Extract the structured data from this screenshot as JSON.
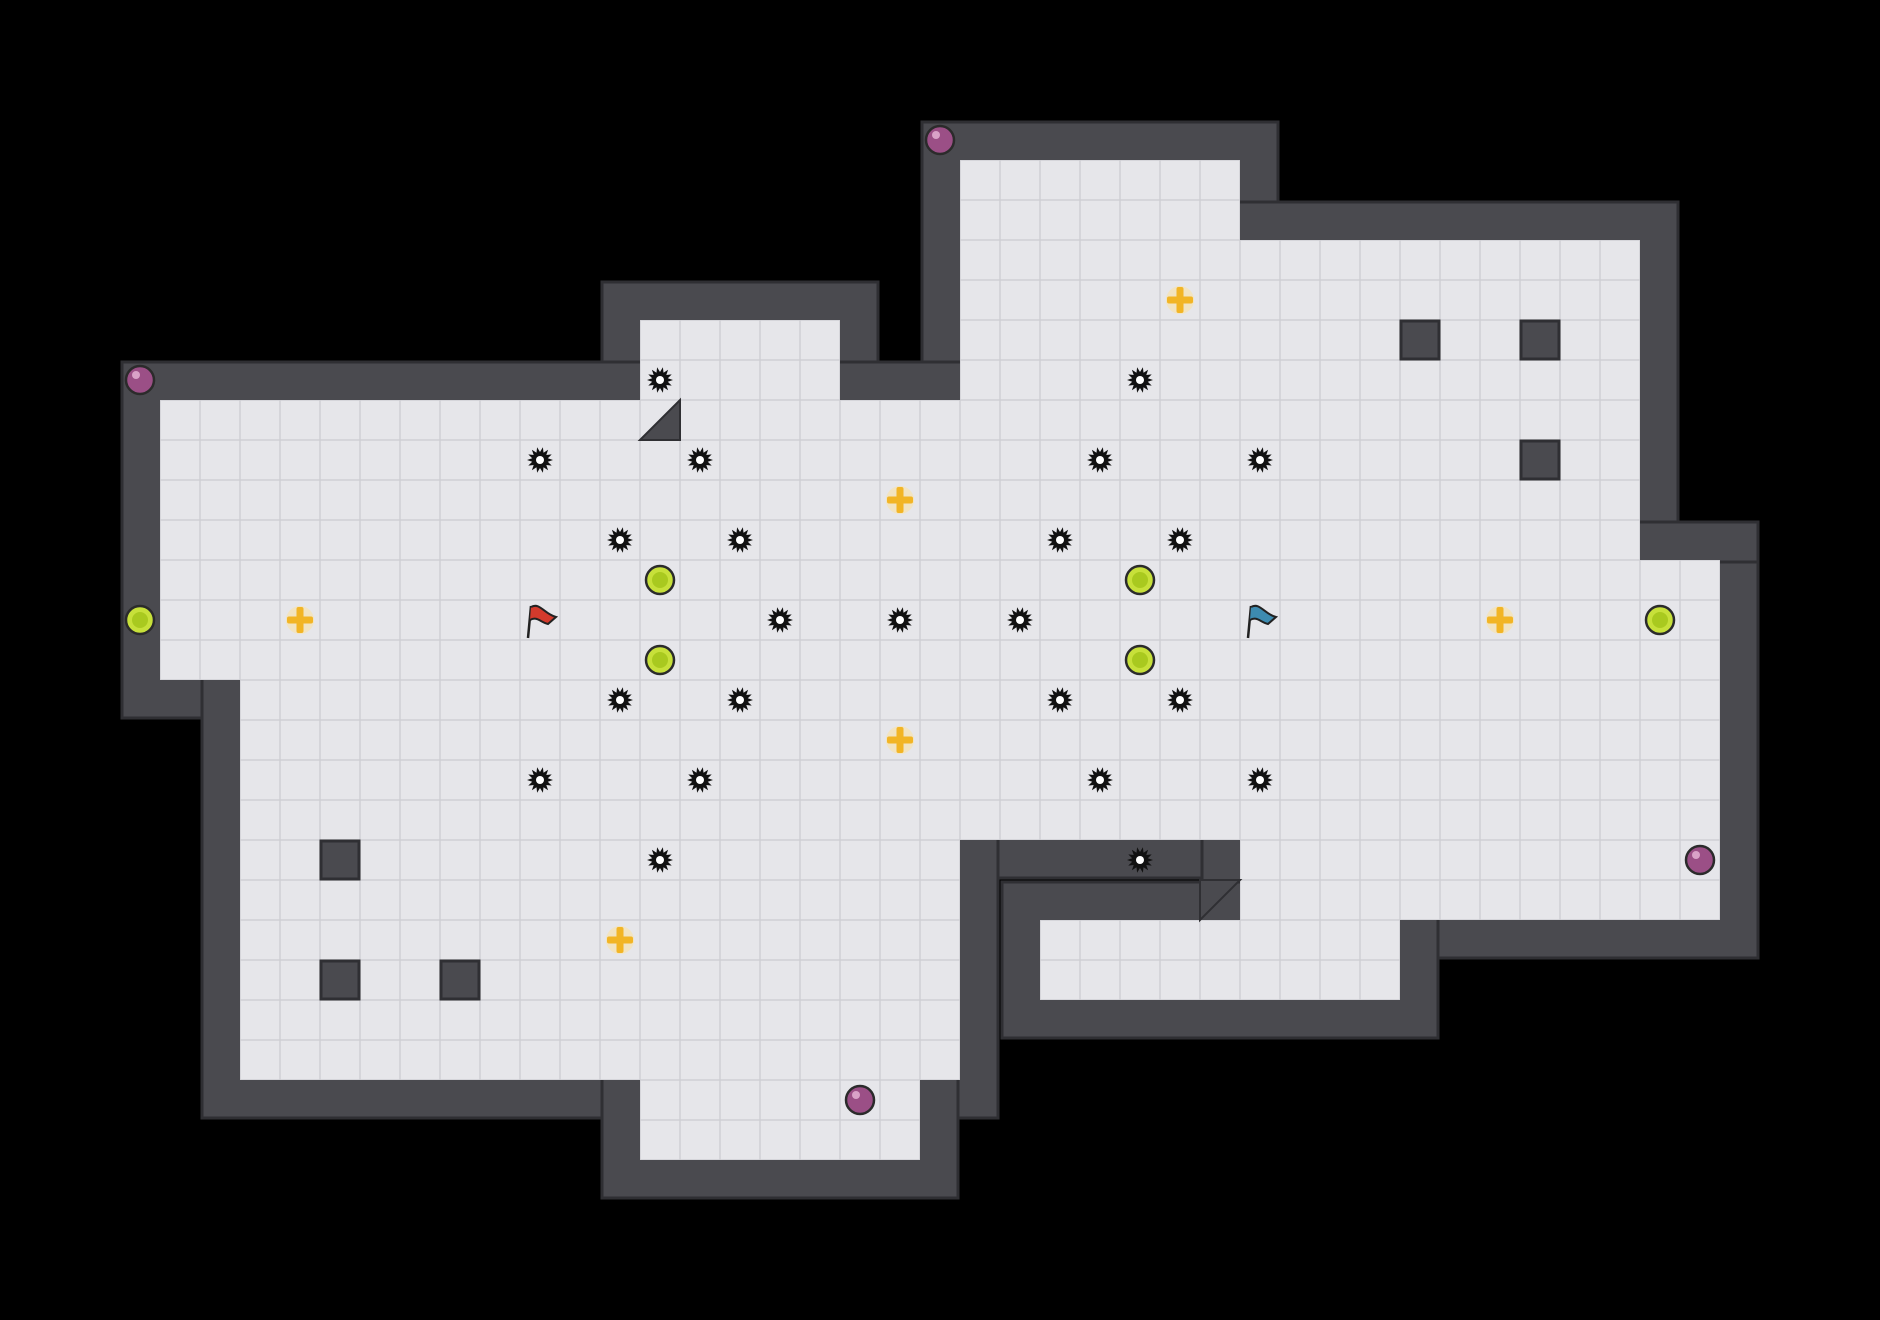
{
  "game": {
    "map_title": "",
    "colors": {
      "background": "#000000",
      "floor": "#e6e6ea",
      "grid_line": "#cfcfd4",
      "wall": "#4a4a4f",
      "wall_outline": "#2f2f33",
      "flag_red": "#d33a2c",
      "flag_blue": "#3d8bb0",
      "orb": "#9b4f86",
      "boost": "#c7e03a",
      "powerup": "#f2b526",
      "spike": "#111111"
    },
    "grid": {
      "columns": 40,
      "rows": 28
    },
    "flags": [
      {
        "team": "red",
        "col": 14,
        "row": 16,
        "icon": "red-flag-icon"
      },
      {
        "team": "blue",
        "col": 32,
        "row": 16,
        "icon": "blue-flag-icon"
      }
    ],
    "bombs": [
      [
        24,
        4
      ],
      [
        4,
        10
      ],
      [
        43,
        22
      ],
      [
        22,
        28
      ]
    ],
    "boosts": [
      [
        4,
        16
      ],
      [
        17,
        15
      ],
      [
        17,
        17
      ],
      [
        29,
        15
      ],
      [
        29,
        17
      ],
      [
        42,
        16
      ]
    ],
    "powerups": [
      [
        30,
        8
      ],
      [
        23,
        13
      ],
      [
        8,
        16
      ],
      [
        38,
        16
      ],
      [
        23,
        19
      ],
      [
        16,
        24
      ]
    ],
    "spikes": [
      [
        17,
        10
      ],
      [
        29,
        10
      ],
      [
        14,
        12
      ],
      [
        18,
        12
      ],
      [
        28,
        12
      ],
      [
        32,
        12
      ],
      [
        16,
        14
      ],
      [
        19,
        14
      ],
      [
        27,
        14
      ],
      [
        30,
        14
      ],
      [
        20,
        16
      ],
      [
        23,
        16
      ],
      [
        26,
        16
      ],
      [
        16,
        18
      ],
      [
        19,
        18
      ],
      [
        27,
        18
      ],
      [
        30,
        18
      ],
      [
        14,
        20
      ],
      [
        18,
        20
      ],
      [
        28,
        20
      ],
      [
        32,
        20
      ],
      [
        17,
        22
      ],
      [
        29,
        22
      ]
    ],
    "wall_blocks": [
      [
        35,
        8
      ],
      [
        38,
        8
      ],
      [
        38,
        11
      ],
      [
        8,
        21
      ],
      [
        8,
        24
      ],
      [
        11,
        24
      ]
    ],
    "floor_rects": [
      [
        24,
        4,
        31,
        21
      ],
      [
        31,
        6,
        41,
        14
      ],
      [
        31,
        14,
        43,
        15
      ],
      [
        31,
        15,
        43,
        23
      ],
      [
        26,
        23,
        35,
        25
      ],
      [
        16,
        8,
        21,
        10
      ],
      [
        4,
        10,
        24,
        17
      ],
      [
        6,
        17,
        24,
        27
      ],
      [
        16,
        27,
        23,
        29
      ]
    ],
    "corner_fills": [
      [
        16,
        10,
        "br",
        1
      ],
      [
        30,
        22,
        "tl",
        1
      ]
    ],
    "floor_polygon_cuts": []
  }
}
